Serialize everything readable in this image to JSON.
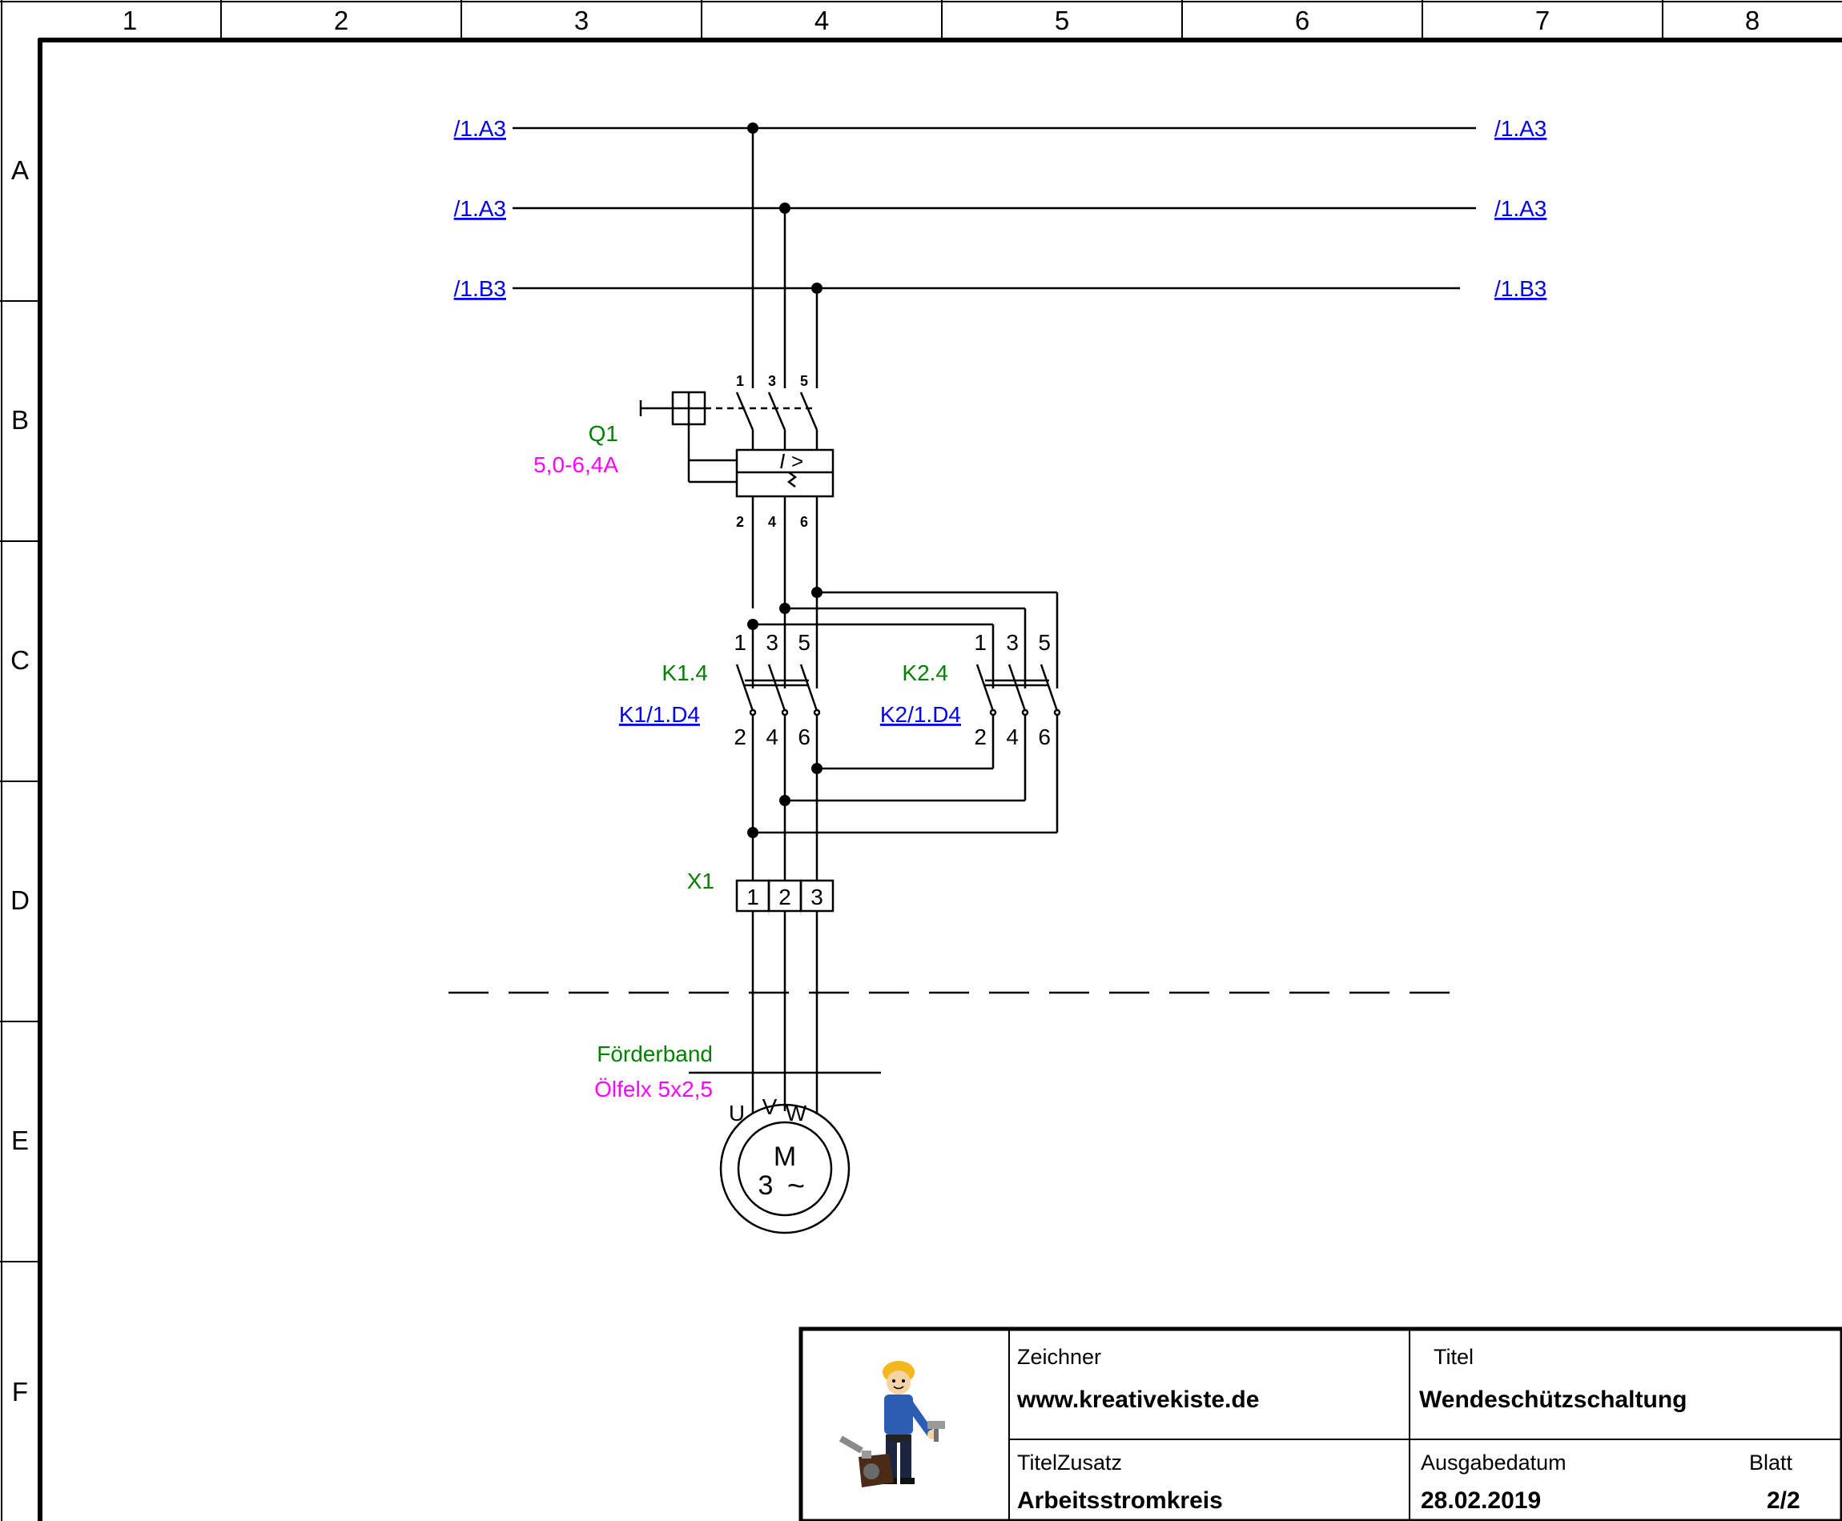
{
  "grid": {
    "columns": [
      "1",
      "2",
      "3",
      "4",
      "5",
      "6",
      "7",
      "8"
    ],
    "rows": [
      "A",
      "B",
      "C",
      "D",
      "E",
      "F"
    ]
  },
  "refs": {
    "l1_left": "/1.A3",
    "l1_right": "/1.A3",
    "l2_left": "/1.A3",
    "l2_right": "/1.A3",
    "l3_left": "/1.B3",
    "l3_right": "/1.B3",
    "k1": "K1/1.D4",
    "k2": "K2/1.D4"
  },
  "q1": {
    "name": "Q1",
    "rating": "5,0-6,4A",
    "symbol": "I >",
    "pins_top": [
      "1",
      "3",
      "5"
    ],
    "pins_bottom": [
      "2",
      "4",
      "6"
    ]
  },
  "k1": {
    "name": "K1.4",
    "pins_top": [
      "1",
      "3",
      "5"
    ],
    "pins_bottom": [
      "2",
      "4",
      "6"
    ]
  },
  "k2": {
    "name": "K2.4",
    "pins_top": [
      "1",
      "3",
      "5"
    ],
    "pins_bottom": [
      "2",
      "4",
      "6"
    ]
  },
  "x1": {
    "name": "X1",
    "terminals": [
      "1",
      "2",
      "3"
    ]
  },
  "cable": {
    "name": "Förderband",
    "type": "Ölfelx 5x2,5"
  },
  "motor": {
    "terminals": [
      "U",
      "V",
      "W"
    ],
    "letter": "M",
    "phase": "3",
    "tilde": "~"
  },
  "title_block": {
    "drawer_label": "Zeichner",
    "drawer_value": "www.kreativekiste.de",
    "title_label": "Titel",
    "title_value": "Wendeschützschaltung",
    "subtitle_label": "TitelZusatz",
    "subtitle_value": "Arbeitsstromkreis",
    "date_label": "Ausgabedatum",
    "date_value": "28.02.2019",
    "sheet_label": "Blatt",
    "sheet_value": "2/2"
  }
}
